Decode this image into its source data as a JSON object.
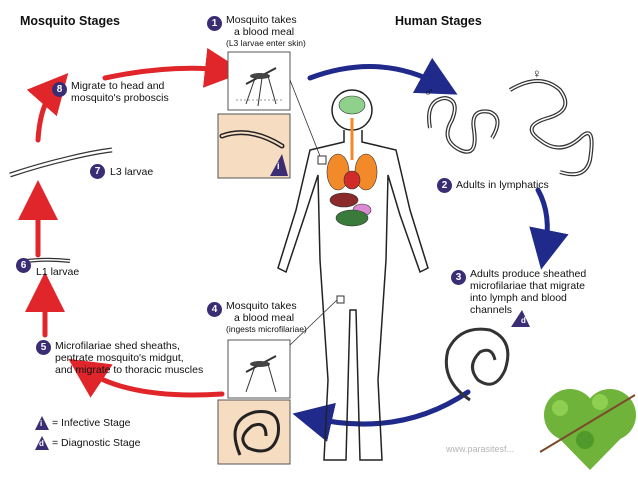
{
  "headers": {
    "mosquito_stages": "Mosquito Stages",
    "human_stages": "Human Stages"
  },
  "steps": [
    {
      "num": "1",
      "line1": "Mosquito takes",
      "line2": "a blood meal",
      "note": "(L3 larvae enter skin)"
    },
    {
      "num": "2",
      "text": "Adults in lymphatics"
    },
    {
      "num": "3",
      "line1": "Adults produce sheathed",
      "line2": "microfilariae that migrate",
      "line3": "into lymph and blood",
      "line4": "channels"
    },
    {
      "num": "4",
      "line1": "Mosquito takes",
      "line2": "a blood meal",
      "note": "(ingests microfilariae)"
    },
    {
      "num": "5",
      "line1": "Microfilariae shed sheaths,",
      "line2": "pentrate mosquito's midgut,",
      "line3": "and migrate to thoracic muscles"
    },
    {
      "num": "6",
      "text": "L1 larvae"
    },
    {
      "num": "7",
      "text": "L3 larvae"
    },
    {
      "num": "8",
      "line1": "Migrate to head and",
      "line2": "mosquito's proboscis"
    }
  ],
  "legend": {
    "infective_symbol": "i",
    "infective_label": "= Infective Stage",
    "diagnostic_symbol": "d",
    "diagnostic_label": "= Diagnostic Stage"
  },
  "symbols": {
    "male": "♂",
    "female": "♀"
  },
  "watermark": "www.parasitesf...",
  "colors": {
    "mosquito_arrows": "#e0262b",
    "human_arrows": "#1f2a8a",
    "badge": "#3b2d73",
    "inset_bg": "#f6dcc0"
  }
}
